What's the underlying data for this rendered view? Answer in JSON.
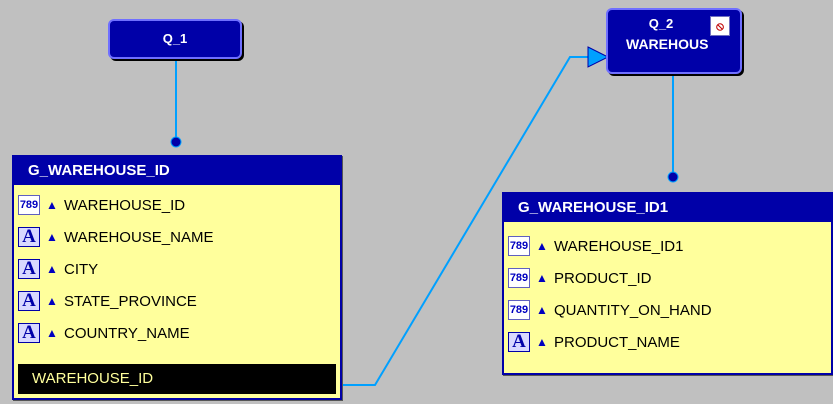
{
  "queries": [
    {
      "title": "Q_1"
    },
    {
      "title": "Q_2",
      "subtitle": "WAREHOUS",
      "icon": "report-query-icon"
    }
  ],
  "groups": [
    {
      "title": "G_WAREHOUSE_ID",
      "columns": [
        {
          "icon": "number-type-icon",
          "icon_text": "789",
          "sort": "ascending-arrow-icon",
          "label": "WAREHOUSE_ID"
        },
        {
          "icon": "character-type-icon",
          "icon_text": "A",
          "sort": "ascending-arrow-icon",
          "label": "WAREHOUSE_NAME"
        },
        {
          "icon": "character-type-icon",
          "icon_text": "A",
          "sort": "ascending-arrow-icon",
          "label": "CITY"
        },
        {
          "icon": "character-type-icon",
          "icon_text": "A",
          "sort": "ascending-arrow-icon",
          "label": "STATE_PROVINCE"
        },
        {
          "icon": "character-type-icon",
          "icon_text": "A",
          "sort": "ascending-arrow-icon",
          "label": "COUNTRY_NAME"
        }
      ],
      "selected": "WAREHOUSE_ID"
    },
    {
      "title": "G_WAREHOUSE_ID1",
      "columns": [
        {
          "icon": "number-type-icon",
          "icon_text": "789",
          "sort": "ascending-arrow-icon",
          "label": "WAREHOUSE_ID1"
        },
        {
          "icon": "number-type-icon",
          "icon_text": "789",
          "sort": "ascending-arrow-icon",
          "label": "PRODUCT_ID"
        },
        {
          "icon": "number-type-icon",
          "icon_text": "789",
          "sort": "ascending-arrow-icon",
          "label": "QUANTITY_ON_HAND"
        },
        {
          "icon": "character-type-icon",
          "icon_text": "A",
          "sort": "ascending-arrow-icon",
          "label": "PRODUCT_NAME"
        }
      ]
    }
  ],
  "colors": {
    "canvas": "#c0c0c0",
    "header": "#0000a8",
    "group_body": "#ffff9c",
    "link_line": "#00a0ff"
  }
}
